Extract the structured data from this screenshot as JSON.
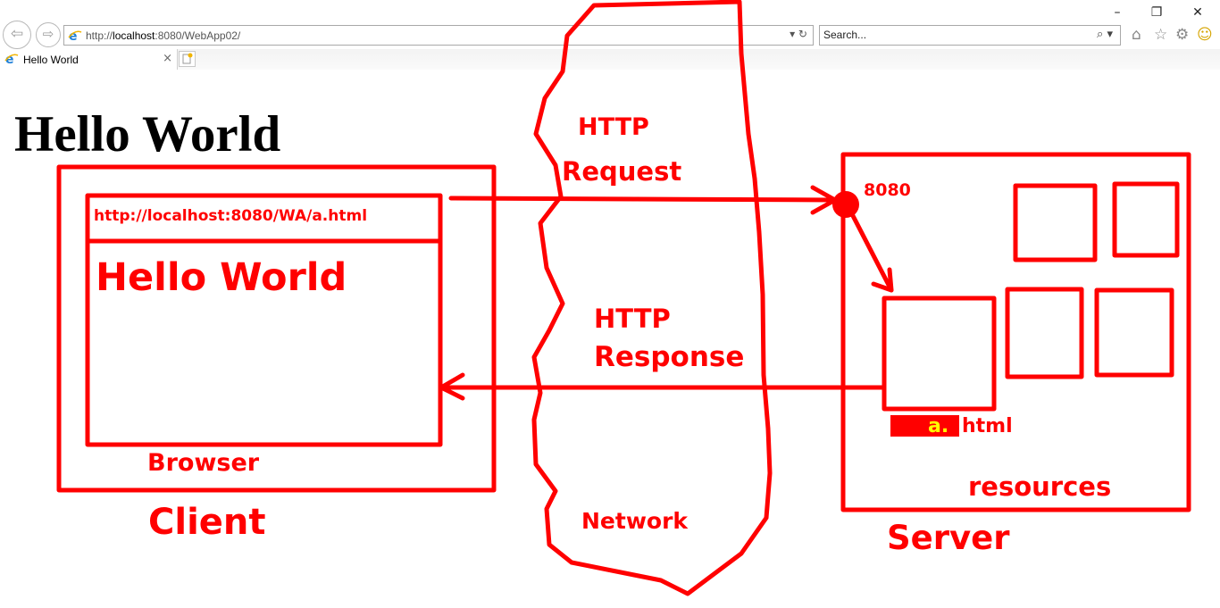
{
  "window": {
    "minimize": "–",
    "restore": "❐",
    "close": "✕"
  },
  "nav": {
    "back_icon": "back-arrow-icon",
    "forward_icon": "forward-arrow-icon"
  },
  "address_bar": {
    "url_prefix": "http://",
    "url_host": "localhost",
    "url_rest": ":8080/WebApp02/",
    "controls": "▾ ↻"
  },
  "search": {
    "placeholder": "Search...",
    "icon": "⌕ ▾"
  },
  "toolbar": {
    "home": "⌂",
    "favorites": "☆",
    "settings": "⚙",
    "feedback": "☺"
  },
  "tab": {
    "title": "Hello World",
    "close": "×"
  },
  "page": {
    "heading": "Hello World"
  },
  "diagram": {
    "browser_url": "http://localhost:8080/WA/a.html",
    "browser_heading": "Hello World",
    "browser_label": "Browser",
    "client_label": "Client",
    "http_request_line1": "HTTP",
    "http_request_line2": "Request",
    "http_response_line1": "HTTP",
    "http_response_line2": "Response",
    "network_label": "Network",
    "port_label": "8080",
    "resource_prefix": "a.",
    "resource_suffix": "html",
    "resources_label": "resources",
    "server_label": "Server",
    "colors": {
      "ink": "#ff0000",
      "highlight": "#ffff00"
    }
  }
}
